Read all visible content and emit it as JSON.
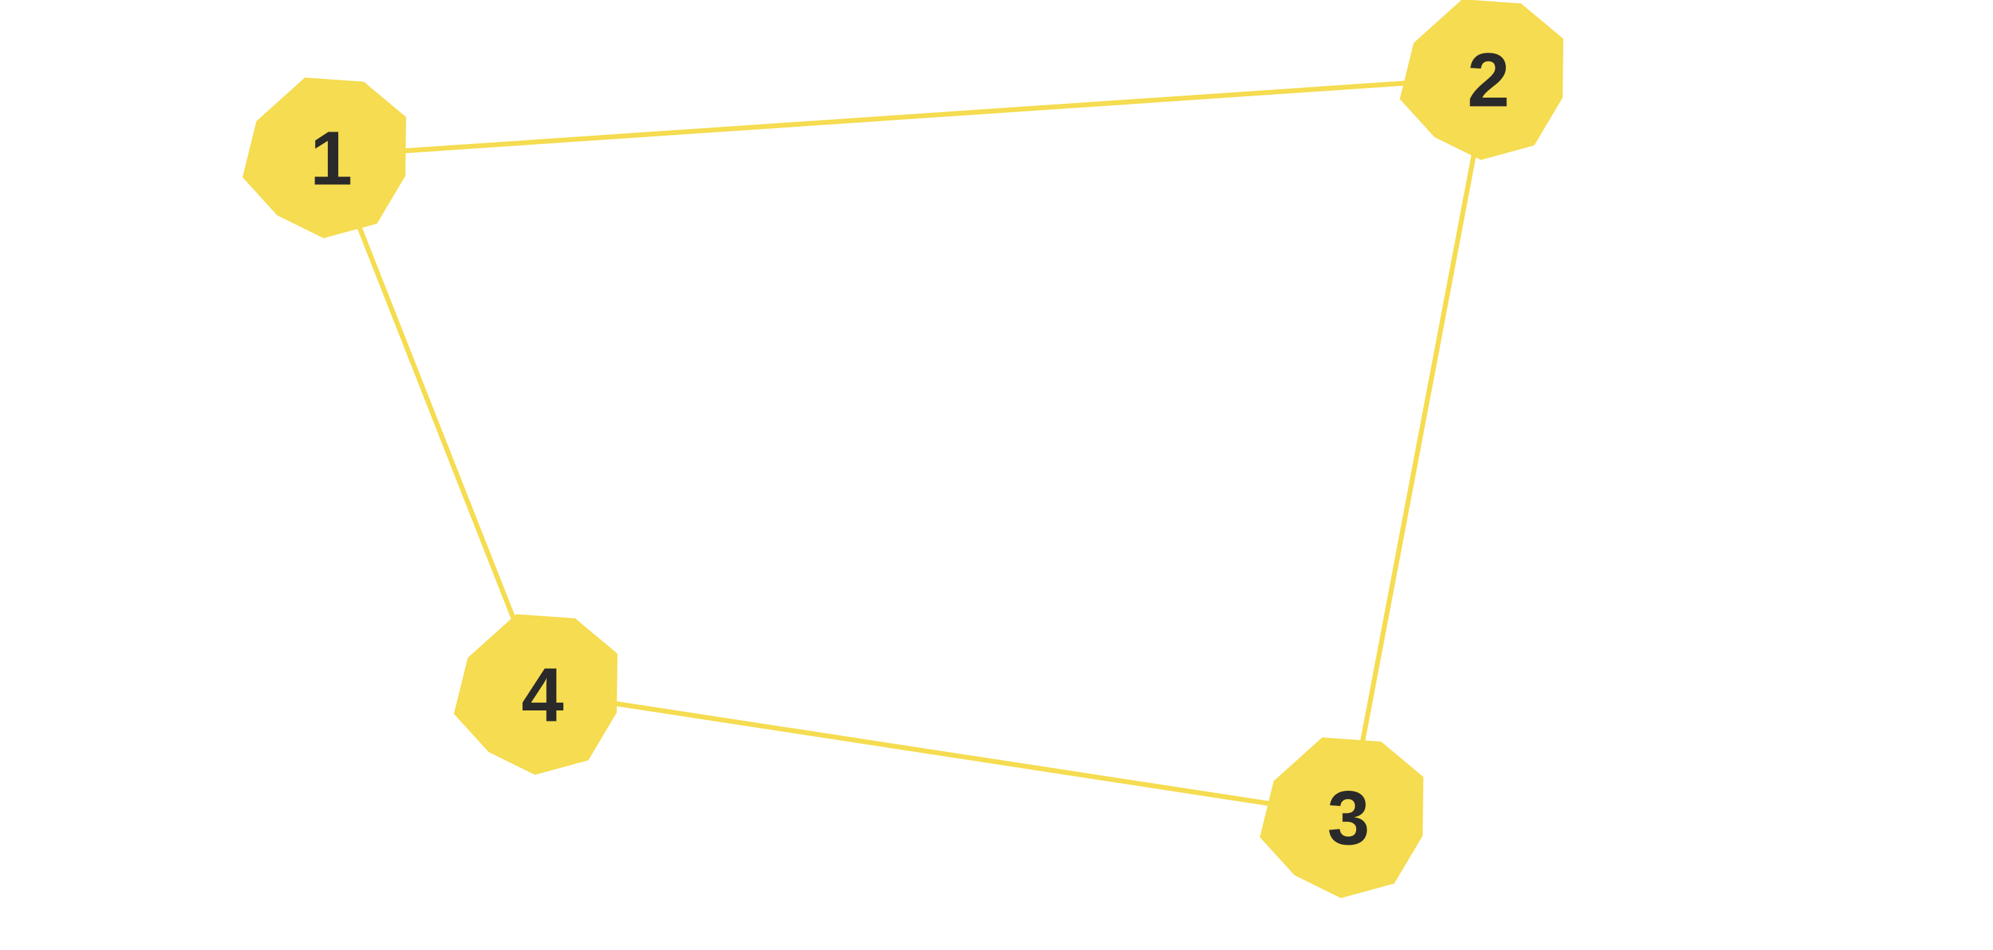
{
  "graph": {
    "colors": {
      "node_fill": "#F5DC50",
      "edge_stroke": "#F5DC50",
      "label_text": "#2A2A2A",
      "background": "#FFFFFF"
    },
    "node_shape": "heptagon",
    "nodes": [
      {
        "id": "1",
        "label": "1"
      },
      {
        "id": "2",
        "label": "2"
      },
      {
        "id": "3",
        "label": "3"
      },
      {
        "id": "4",
        "label": "4"
      }
    ],
    "edges": [
      {
        "from": "1",
        "to": "2"
      },
      {
        "from": "2",
        "to": "3"
      },
      {
        "from": "3",
        "to": "4"
      },
      {
        "from": "4",
        "to": "1"
      }
    ]
  }
}
